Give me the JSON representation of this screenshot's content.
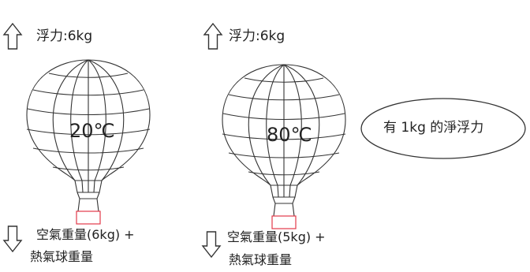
{
  "left_balloon": {
    "buoyancy_label": "浮力:6kg",
    "temperature": "20℃",
    "weight_line1": "空氣重量(6kg) +",
    "weight_line2": "熱氣球重量"
  },
  "right_balloon": {
    "buoyancy_label": "浮力:6kg",
    "temperature": "80℃",
    "weight_line1": "空氣重量(5kg) +",
    "weight_line2": "熱氣球重量"
  },
  "callout": {
    "text": "有 1kg 的淨浮力"
  },
  "colors": {
    "line": "#333333",
    "basket": "#e23a4a"
  },
  "icons": [
    "up-arrow-icon",
    "down-arrow-icon"
  ]
}
